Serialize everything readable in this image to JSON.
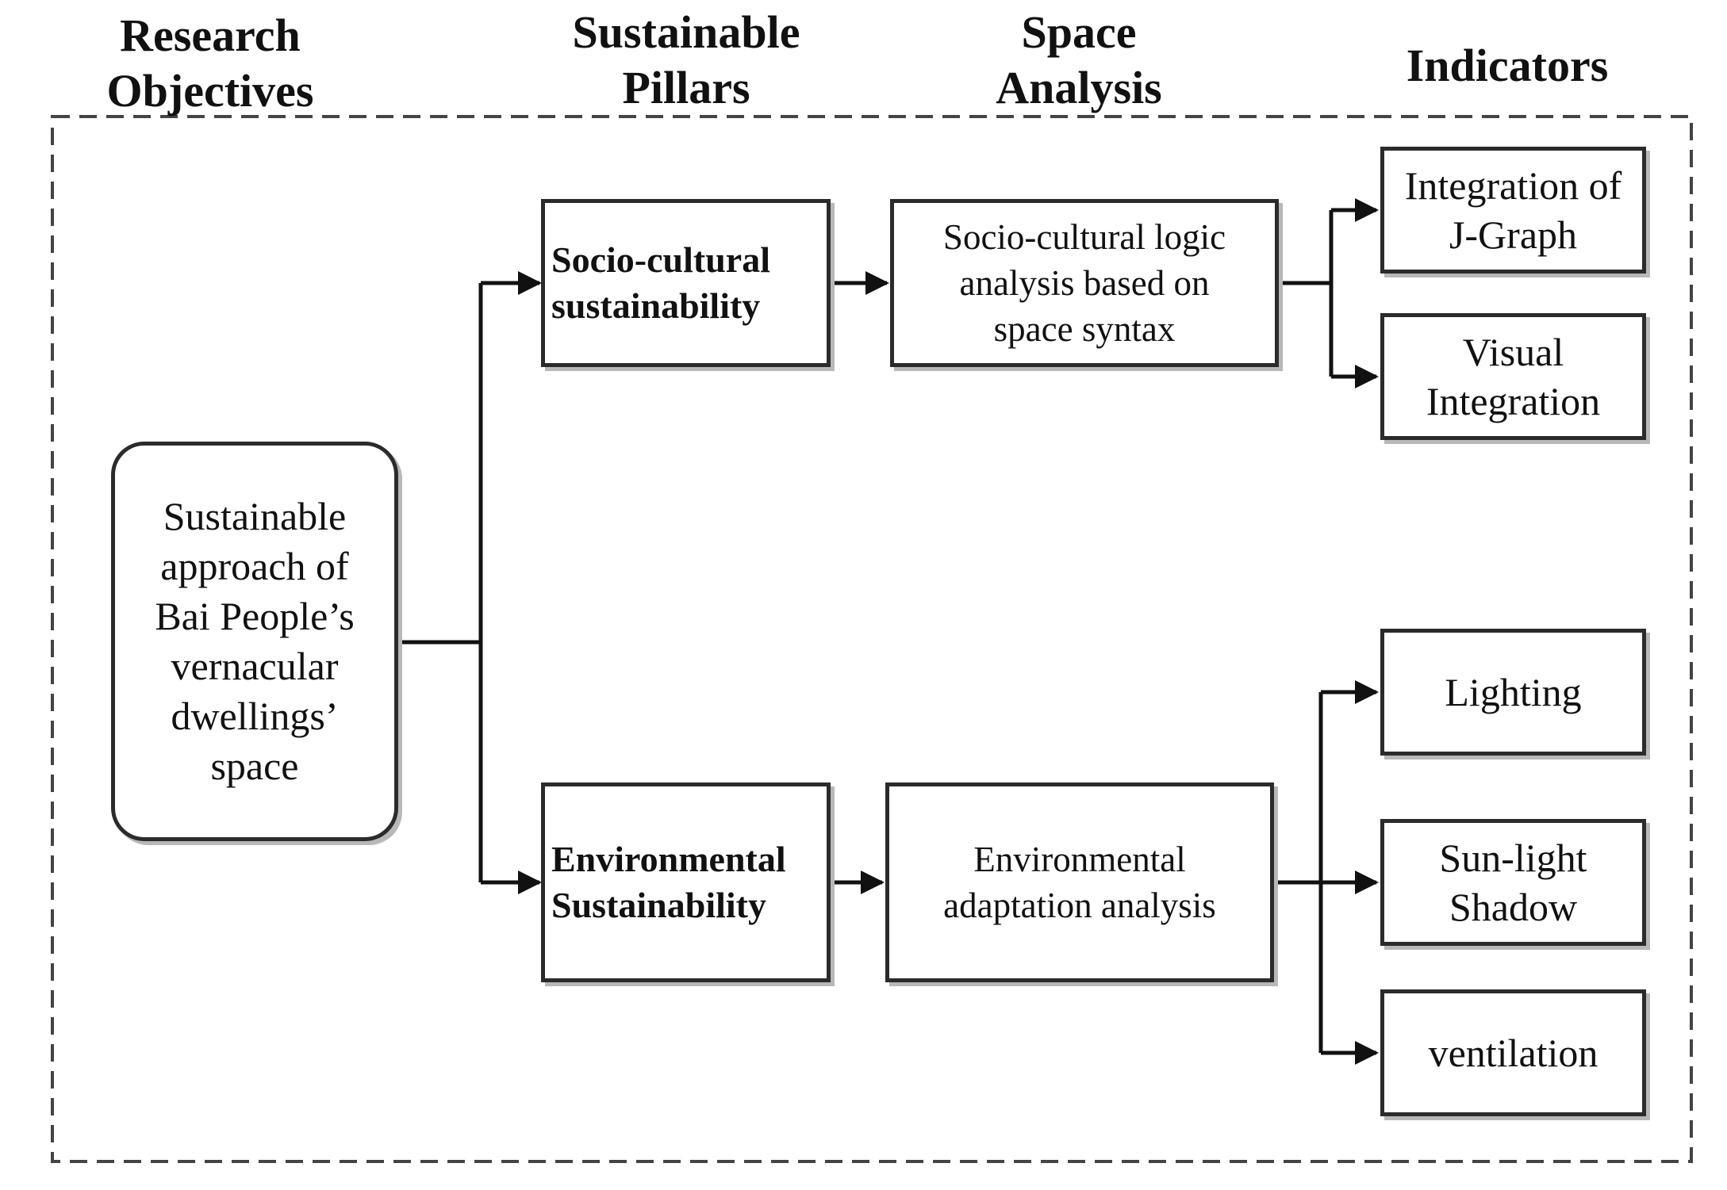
{
  "headers": {
    "research": [
      "Research",
      "Objectives"
    ],
    "pillars": [
      "Sustainable",
      "Pillars"
    ],
    "space": [
      "Space",
      "Analysis"
    ],
    "indicators": [
      "Indicators"
    ]
  },
  "objective": [
    "Sustainable",
    "approach of",
    "Bai People’s",
    "vernacular",
    "dwellings’",
    "space"
  ],
  "pillars": {
    "socio": [
      "Socio-cultural",
      "sustainability"
    ],
    "env": [
      "Environmental",
      "Sustainability"
    ]
  },
  "analysis": {
    "socio": [
      "Socio-cultural logic",
      "analysis based on",
      "space syntax"
    ],
    "env": [
      "Environmental",
      "adaptation analysis"
    ]
  },
  "indicators": {
    "jgraph": [
      "Integration of",
      "J-Graph"
    ],
    "visual": [
      "Visual",
      "Integration"
    ],
    "lighting": [
      "Lighting"
    ],
    "sunlight": [
      "Sun-light",
      "Shadow"
    ],
    "ventilation": [
      "ventilation"
    ]
  }
}
